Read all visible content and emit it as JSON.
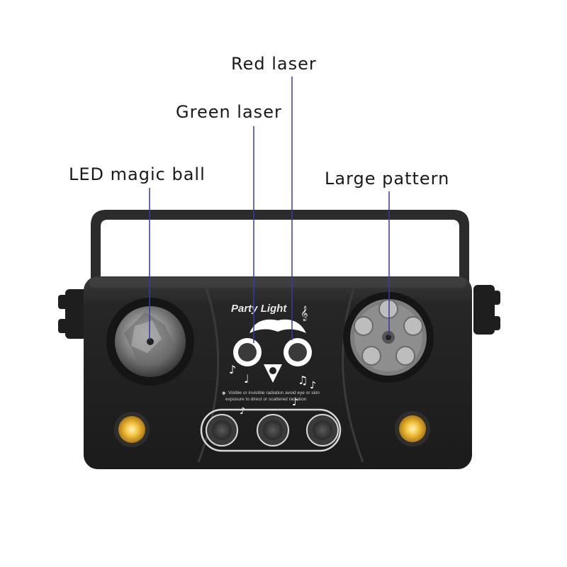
{
  "callouts": {
    "red_laser": "Red laser",
    "green_laser": "Green laser",
    "led_magic_ball": "LED magic ball",
    "large_pattern": "Large pattern"
  },
  "device": {
    "brand_text": "Party Light",
    "warning_line_1": "Visible or invisible radiation avoid eye or skin",
    "warning_line_2": "exposure to direct or scattered radiation"
  },
  "colors": {
    "body": "#222222",
    "body_edge": "#3a3a3a",
    "bracket": "#2b2b2b",
    "callout_line": "#3b3b9a",
    "amber_led": "#f5c542",
    "label_text": "#1a1a1a"
  }
}
